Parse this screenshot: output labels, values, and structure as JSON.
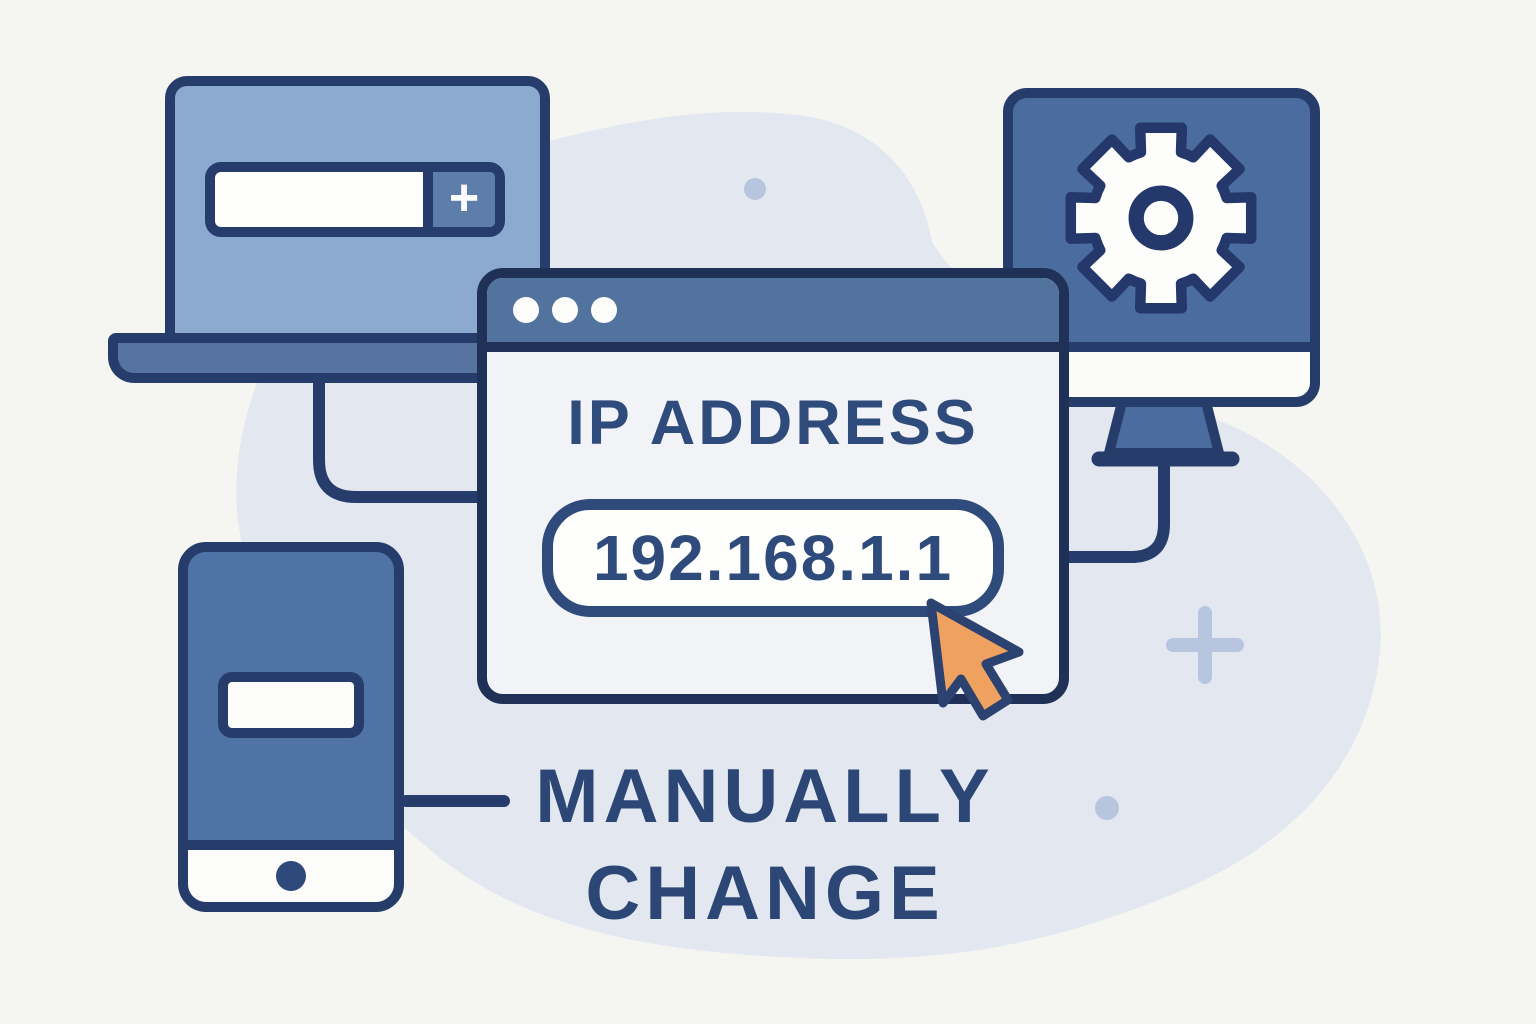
{
  "scene": {
    "caption_line1": "MANUALLY",
    "caption_line2": "CHANGE"
  },
  "browser_window": {
    "title": "IP ADDRESS",
    "ip_value": "192.168.1.1",
    "traffic_dots_count": 3
  },
  "laptop": {
    "search_value": "",
    "add_button_glyph": "+"
  },
  "icons": {
    "gear": "settings gear on monitor",
    "plus": "add button in laptop search bar",
    "cursor": "orange pointer arrow over ip field",
    "home_button": "phone home button dot"
  },
  "colors": {
    "background": "#f5f5f2",
    "blob": "#e2e7f0",
    "outline": "#263c6a",
    "window_outline": "#1f3157",
    "laptop_screen": "#8caacf",
    "laptop_base": "#56749f",
    "titlebar_blue": "#53739f",
    "monitor_blue": "#4a6c9f",
    "phone_blue": "#4f73a5",
    "panel": "#f1f3f6",
    "field_white": "#fefefc",
    "text_navy": "#2f4b7c",
    "cursor_orange": "#efa25f",
    "decoration_blue": "#b7c6de"
  }
}
